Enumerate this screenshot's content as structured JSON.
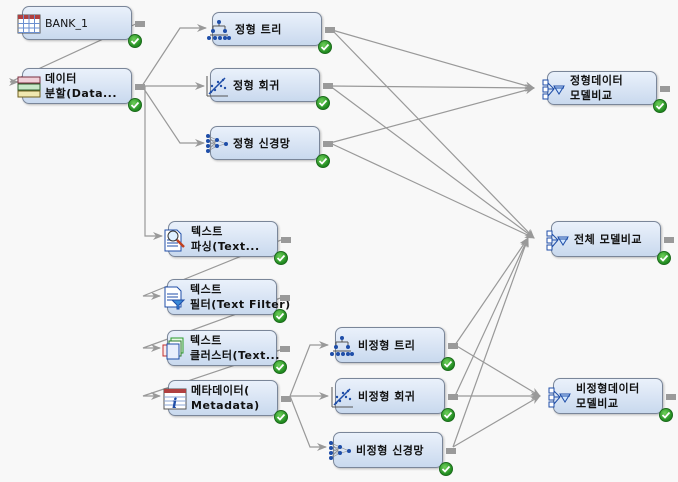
{
  "diagram": {
    "nodes": [
      {
        "id": "bank",
        "label_lines": [
          "BANK_1"
        ],
        "icon": "data-table-icon",
        "status": "completed"
      },
      {
        "id": "partition",
        "label_lines": [
          "데이터",
          "분할(Data..."
        ],
        "icon": "data-partition-icon",
        "status": "completed"
      },
      {
        "id": "lin_tree",
        "label_lines": [
          "정형 트리"
        ],
        "icon": "decision-tree-icon",
        "status": "completed"
      },
      {
        "id": "lin_reg",
        "label_lines": [
          "정형 회귀"
        ],
        "icon": "regression-icon",
        "status": "completed"
      },
      {
        "id": "lin_nn",
        "label_lines": [
          "정형 신경망"
        ],
        "icon": "neural-network-icon",
        "status": "completed"
      },
      {
        "id": "cmp_struct",
        "label_lines": [
          "정형데이터",
          "모델비교"
        ],
        "icon": "model-comparison-icon",
        "status": "completed"
      },
      {
        "id": "cmp_all",
        "label_lines": [
          "전체 모델비교"
        ],
        "icon": "model-comparison-icon",
        "status": "completed"
      },
      {
        "id": "cmp_unstruct",
        "label_lines": [
          "비정형데이터",
          "모델비교"
        ],
        "icon": "model-comparison-icon",
        "status": "completed"
      },
      {
        "id": "txt_parse",
        "label_lines": [
          "텍스트",
          "파싱(Text..."
        ],
        "icon": "text-parsing-icon",
        "status": "completed"
      },
      {
        "id": "txt_filter",
        "label_lines": [
          "텍스트",
          "필터(Text Filter)"
        ],
        "icon": "text-filter-icon",
        "status": "completed"
      },
      {
        "id": "txt_cluster",
        "label_lines": [
          "텍스트",
          "클러스터(Text..."
        ],
        "icon": "text-cluster-icon",
        "status": "completed"
      },
      {
        "id": "metadata",
        "label_lines": [
          "메타데이터(",
          "Metadata)"
        ],
        "icon": "metadata-icon",
        "status": "completed"
      },
      {
        "id": "un_tree",
        "label_lines": [
          "비정형 트리"
        ],
        "icon": "decision-tree-icon",
        "status": "completed"
      },
      {
        "id": "un_reg",
        "label_lines": [
          "비정형 회귀"
        ],
        "icon": "regression-icon",
        "status": "completed"
      },
      {
        "id": "un_nn",
        "label_lines": [
          "비정형 신경망"
        ],
        "icon": "neural-network-icon",
        "status": "completed"
      }
    ],
    "edges": [
      [
        "bank",
        "partition"
      ],
      [
        "partition",
        "lin_tree"
      ],
      [
        "partition",
        "lin_reg"
      ],
      [
        "partition",
        "lin_nn"
      ],
      [
        "partition",
        "txt_parse"
      ],
      [
        "lin_tree",
        "cmp_struct"
      ],
      [
        "lin_reg",
        "cmp_struct"
      ],
      [
        "lin_nn",
        "cmp_struct"
      ],
      [
        "lin_tree",
        "cmp_all"
      ],
      [
        "lin_reg",
        "cmp_all"
      ],
      [
        "lin_nn",
        "cmp_all"
      ],
      [
        "txt_parse",
        "txt_filter"
      ],
      [
        "txt_filter",
        "txt_cluster"
      ],
      [
        "txt_cluster",
        "metadata"
      ],
      [
        "metadata",
        "un_tree"
      ],
      [
        "metadata",
        "un_reg"
      ],
      [
        "metadata",
        "un_nn"
      ],
      [
        "un_tree",
        "cmp_all"
      ],
      [
        "un_reg",
        "cmp_all"
      ],
      [
        "un_nn",
        "cmp_all"
      ],
      [
        "un_tree",
        "cmp_unstruct"
      ],
      [
        "un_reg",
        "cmp_unstruct"
      ],
      [
        "un_nn",
        "cmp_unstruct"
      ]
    ],
    "colors": {
      "edge": "#999999",
      "node_border": "#7a8699",
      "status_ok": "#2a9a2a"
    }
  }
}
